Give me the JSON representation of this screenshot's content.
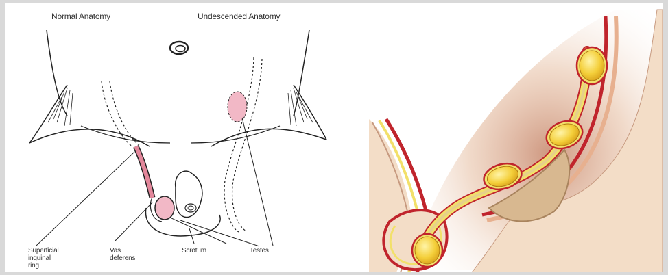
{
  "left_diagram": {
    "headers": {
      "normal": "Normal Anatomy",
      "undescended": "Undescended Anatomy"
    },
    "labels": {
      "superficial_ring_line1": "Superficial",
      "superficial_ring_line2": "inguinal",
      "superficial_ring_line3": "ring",
      "vas_line1": "Vas",
      "vas_line2": "deferens",
      "scrotum": "Scrotum",
      "testes": "Testes"
    }
  },
  "colors": {
    "testis_pink": "#f2b8c6",
    "vas_pink": "#e3879b",
    "line": "#222222",
    "skin": "#f3ddc7",
    "wall": "#c98c72",
    "gold": "#f4cf3a",
    "red": "#c0242c",
    "yellow_lining": "#f2e06a"
  }
}
